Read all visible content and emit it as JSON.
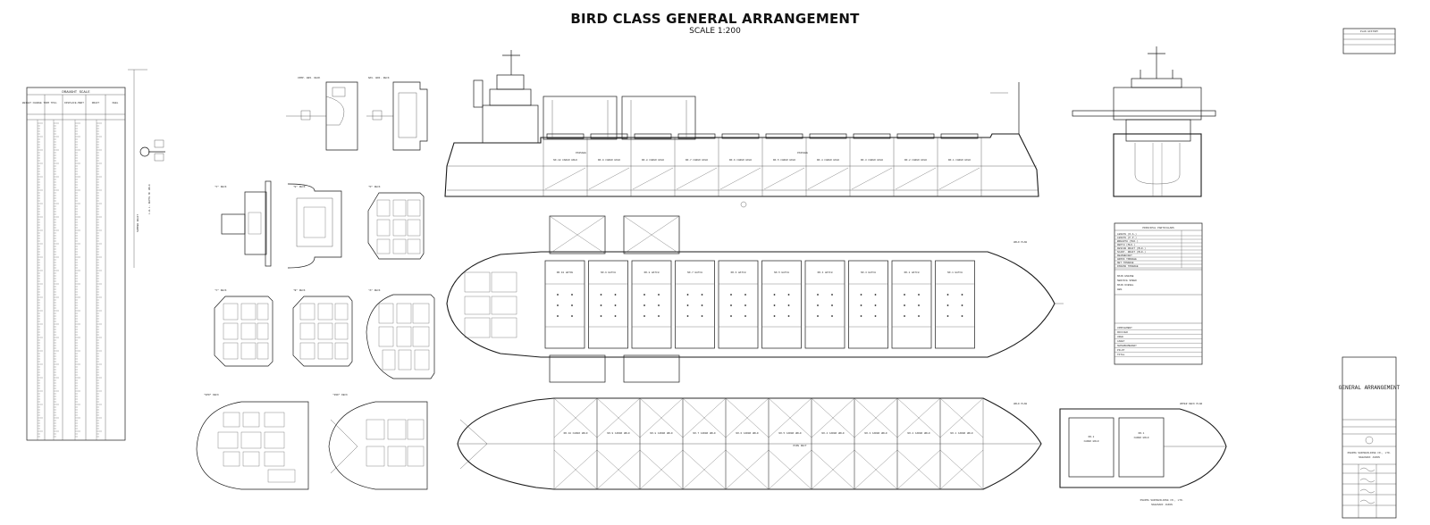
{
  "drawing": {
    "title": "BIRD CLASS GENERAL ARRANGEMENT",
    "scale": "SCALE 1:200"
  },
  "draught_scale": {
    "title": "DRAUGHT SCALE",
    "headers": [
      "WEIGHT CHANGE TRIM",
      "TPCm",
      "DISPLACE-MENT",
      "DRAFT",
      "KEEL"
    ]
  },
  "section_labels": {
    "compass_deck": "COMP. BRI. DECK",
    "nav_deck": "NAV. BRI. DECK",
    "f_deck": "\"F\" DECK",
    "e_deck": "\"E\" DECK",
    "d_deck": "\"D\" DECK",
    "c_deck": "\"C\" DECK",
    "b_deck": "\"B\" DECK",
    "a_deck": "\"A\" DECK",
    "upr_deck": "\"UPR\" DECK",
    "2nd_deck": "\"2ND\" DECK",
    "hold_plan": "HOLD PLAN",
    "upper_deck_plan": "UPPER DECK PLAN",
    "passage": "PASSAGE",
    "pipe_duct": "PIPE DUCT",
    "plan history": "PLAN HISTORY"
  },
  "cargo_holds": [
    "NO.10 CARGO HOLD",
    "NO.9 CARGO HOLD",
    "NO.8 CARGO HOLD",
    "NO.7 CARGO HOLD",
    "NO.6 CARGO HOLD",
    "NO.5 CARGO HOLD",
    "NO.4 CARGO HOLD",
    "NO.3 CARGO HOLD",
    "NO.2 CARGO HOLD",
    "NO.1 CARGO HOLD"
  ],
  "hatch_covers": [
    "NO.10 HATCH",
    "NO.9 HATCH",
    "NO.8 HATCH",
    "NO.7 HATCH",
    "NO.6 HATCH",
    "NO.5 HATCH",
    "NO.4 HATCH",
    "NO.3 HATCH",
    "NO.2 HATCH",
    "NO.1 HATCH"
  ],
  "principal_particulars": {
    "title": "PRINCIPAL PARTICULARS",
    "rows": [
      "LENGTH (O.A.)",
      "LENGTH (P.P.)",
      "BREADTH (MLD.)",
      "DEPTH (MLD.)",
      "DESIGN DRAFT (MLD.)",
      "SCANT. DRAFT (MLD.)",
      "DEADWEIGHT",
      "GROSS TONNAGE",
      "NET TONNAGE",
      "PANAMA TONNAGE"
    ],
    "block2": [
      "MAIN ENGINE",
      "SERVICE SPEED",
      "MAIN DIESEL",
      "GEN."
    ],
    "block3": [
      "COMPLEMENT",
      "OFFICER",
      "CREW",
      "CADET",
      "SUPERNUMERARY",
      "PILOT",
      "TOTAL"
    ]
  },
  "title_block": {
    "plan_name": "GENERAL ARRANGEMENT",
    "builder": "OSHIMA SHIPBUILDING CO., LTD.",
    "location": "NAGASAKI JAPAN"
  }
}
